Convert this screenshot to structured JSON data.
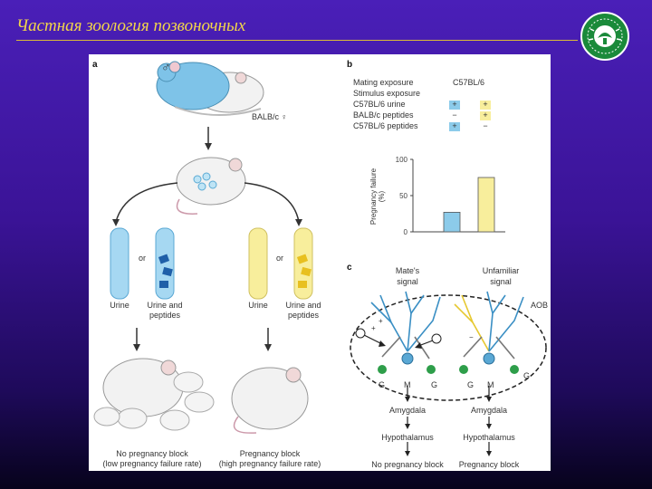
{
  "slide": {
    "title": "Частная зоология позвоночных"
  },
  "panel_a": {
    "letter": "a",
    "male_symbol": "♂",
    "female_label": "BALB/c ♀",
    "or_1": "or",
    "or_2": "or",
    "tube_labels": [
      "Urine",
      "Urine and peptides",
      "Urine",
      "Urine and peptides"
    ],
    "outcome_left_1": "No pregnancy block",
    "outcome_left_2": "(low pregnancy failure rate)",
    "outcome_right_1": "Pregnancy block",
    "outcome_right_2": "(high pregnancy failure rate)"
  },
  "panel_b": {
    "letter": "b",
    "rows": [
      {
        "label": "Mating exposure",
        "c1": "C57BL/6",
        "c2": ""
      },
      {
        "label": "Stimulus exposure",
        "c1": "",
        "c2": ""
      },
      {
        "label": "C57BL/6 urine",
        "c1": "+",
        "c2": "+"
      },
      {
        "label": "BALB/c peptides",
        "c1": "−",
        "c2": "+"
      },
      {
        "label": "C57BL/6 peptides",
        "c1": "+",
        "c2": "−"
      }
    ],
    "colors": {
      "blue": "#8ccbea",
      "yellow": "#f8ee9c"
    }
  },
  "chart_data": {
    "type": "bar",
    "categories": [
      "",
      ""
    ],
    "values": [
      27,
      75
    ],
    "ylabel": "Pregnancy failure (%)",
    "ylim": [
      0,
      100
    ],
    "yticks": [
      "0",
      "50",
      "100"
    ],
    "colors": [
      "#8ccbea",
      "#f8ee9c"
    ]
  },
  "panel_c": {
    "letter": "c",
    "left_title_1": "Mate's",
    "left_title_2": "signal",
    "right_title_1": "Unfamiliar",
    "right_title_2": "signal",
    "aob": "AOB",
    "g": "G",
    "m": "M",
    "plus": "+",
    "minus": "−",
    "amygdala": "Amygdala",
    "hypothalamus": "Hypothalamus",
    "left_outcome": "No pregnancy block",
    "right_outcome": "Pregnancy block"
  }
}
